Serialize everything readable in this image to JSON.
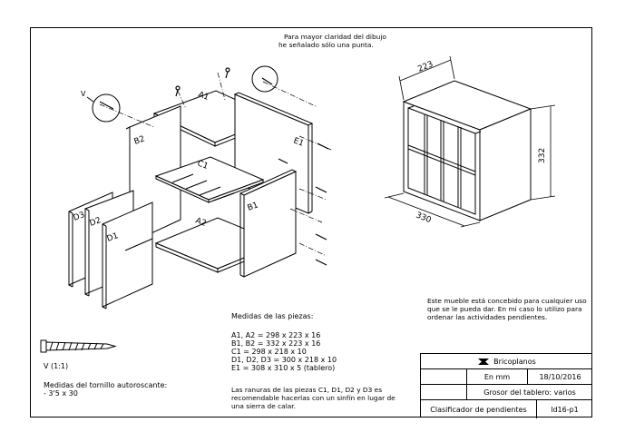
{
  "note_top": [
    "Para mayor claridad del dibujo",
    "he señalado sólo una punta."
  ],
  "part_labels": {
    "a1": "A1",
    "a2": "A2",
    "b1": "B1",
    "b2": "B2",
    "c1": "C1",
    "d1": "D1",
    "d2": "D2",
    "d3": "D3",
    "e1": "E1",
    "v": "V"
  },
  "dimensions": {
    "depth": "223",
    "width": "330",
    "height": "332"
  },
  "description": [
    "Este mueble está concebido para cualquier uso",
    "que se le pueda dar. En mi caso lo utilizo para",
    "ordenar las actividades pendientes."
  ],
  "pieces": {
    "heading": "Medidas de las piezas:",
    "lines": [
      "A1, A2 = 298 x 223 x 16",
      "B1, B2 = 332 x 223 x 16",
      "C1 = 298 x 218 x 10",
      "D1, D2, D3 = 300 x 218 x 10",
      "E1 = 308 x 310 x 5 (tablero)"
    ],
    "note": [
      "Las ranuras de las piezas C1, D1, D2 y D3 es",
      "recomendable hacerlas con un sinfín en lugar de",
      "una sierra de calar."
    ]
  },
  "screw": {
    "scale": "V (1:1)",
    "caption": [
      "Medidas del tornillo autoroscante:",
      "- 3'5 x 30"
    ]
  },
  "title_block": {
    "brand": "Bricoplanos",
    "units": "En mm",
    "date": "18/10/2016",
    "board": "Grosor del tablero: varios",
    "title": "Clasificador de pendientes",
    "code": "ld16-p1"
  }
}
